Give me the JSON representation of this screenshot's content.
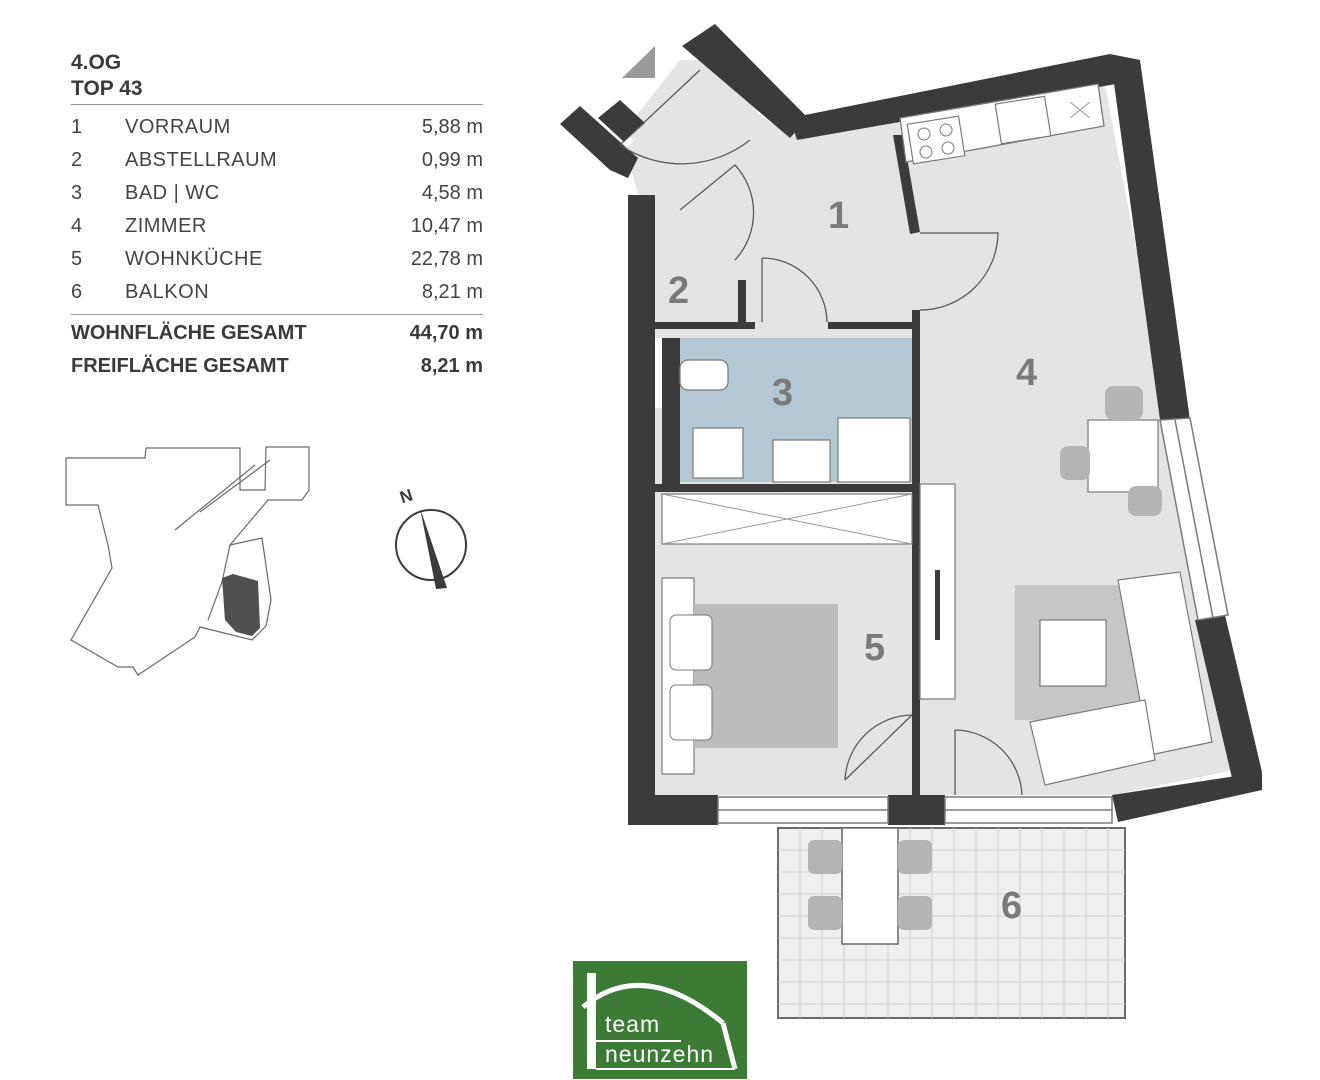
{
  "header": {
    "floor": "4.OG",
    "unit": "TOP 43"
  },
  "rooms": [
    {
      "num": "1",
      "name": "VORRAUM",
      "area": "5,88 m"
    },
    {
      "num": "2",
      "name": "ABSTELLRAUM",
      "area": "0,99 m"
    },
    {
      "num": "3",
      "name": "BAD | WC",
      "area": "4,58 m"
    },
    {
      "num": "4",
      "name": "ZIMMER",
      "area": "10,47 m"
    },
    {
      "num": "5",
      "name": "WOHNKÜCHE",
      "area": "22,78 m"
    },
    {
      "num": "6",
      "name": "BALKON",
      "area": "8,21 m"
    }
  ],
  "totals": [
    {
      "label": "WOHNFLÄCHE GESAMT",
      "value": "44,70 m"
    },
    {
      "label": "FREIFLÄCHE GESAMT",
      "value": "8,21 m"
    }
  ],
  "compass": {
    "label": "N"
  },
  "plan_labels": [
    "1",
    "2",
    "3",
    "4",
    "5",
    "6"
  ],
  "logo": {
    "line1": "team",
    "line2": "neunzehn"
  },
  "colors": {
    "wall": "#3b3b3b",
    "floor": "#e4e5e2",
    "bath": "#b3c7d5",
    "logo_green": "#3b7b36"
  }
}
